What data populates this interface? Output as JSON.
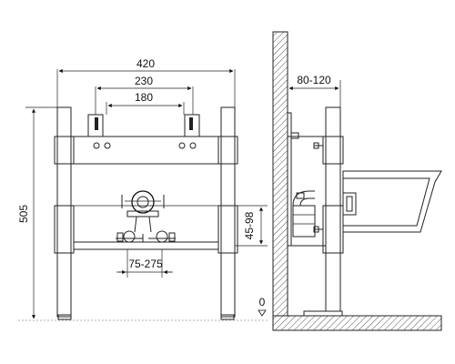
{
  "dimensions": {
    "width_outer": "420",
    "width_middle": "230",
    "width_inner": "180",
    "height": "505",
    "offset_range": "45-98",
    "spacing_range": "75-275",
    "wall_distance": "80-120",
    "floor_level": "0"
  },
  "colors": {
    "line": "#222222",
    "hatch": "#555555",
    "background": "#ffffff"
  }
}
